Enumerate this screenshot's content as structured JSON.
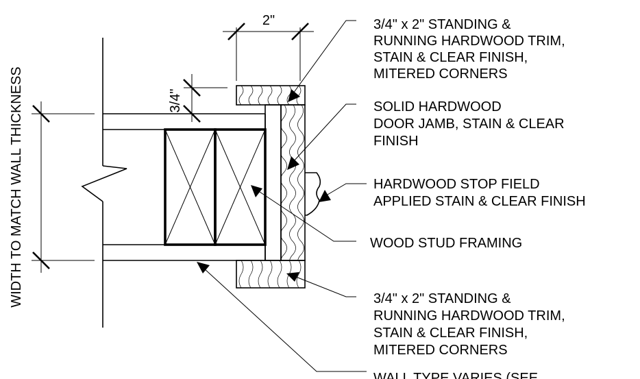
{
  "dimensions": {
    "trim_width": "2\"",
    "trim_thickness": "3/4\"",
    "wall_width": "WIDTH TO MATCH WALL THICKNESS"
  },
  "callouts": {
    "top_trim": [
      "3/4\" x 2\"  STANDING &",
      "RUNNING HARDWOOD TRIM,",
      "STAIN & CLEAR FINISH,",
      "MITERED CORNERS"
    ],
    "door_jamb": [
      "SOLID HARDWOOD",
      "DOOR JAMB, STAIN & CLEAR",
      "FINISH"
    ],
    "stop": [
      "HARDWOOD STOP FIELD",
      "APPLIED STAIN & CLEAR FINISH"
    ],
    "stud": [
      "WOOD STUD FRAMING"
    ],
    "bottom_trim": [
      "3/4\" x 2\"  STANDING &",
      "RUNNING HARDWOOD TRIM,",
      "STAIN & CLEAR FINISH,",
      "MITERED CORNERS"
    ],
    "wall_type": [
      "WALL TYPE VARIES (SEE"
    ]
  }
}
